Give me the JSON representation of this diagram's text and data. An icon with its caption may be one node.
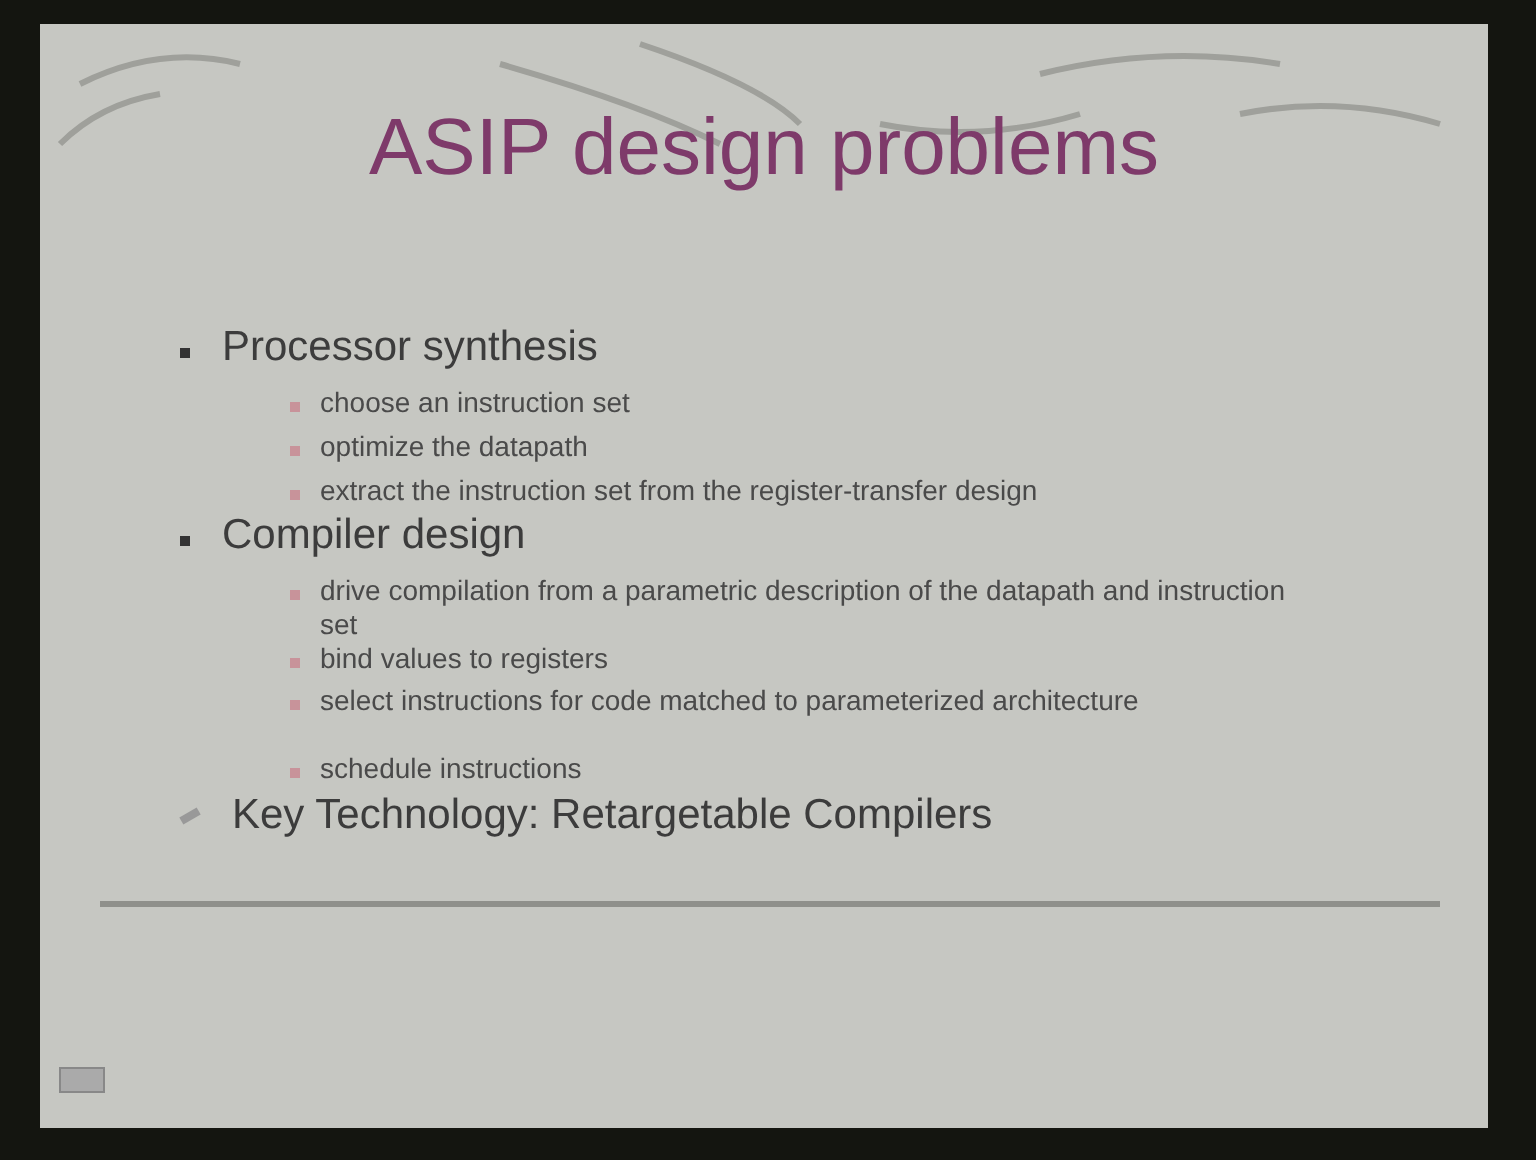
{
  "diagram": {
    "title": "ASIP design problems",
    "labels": [
      "Processor synthesis",
      "choose an instruction set",
      "optimize the datapath",
      "extract the instruction set from the register-transfer design",
      "Compiler design",
      "drive compilation from a parametric description of the datapath and instruction set",
      "bind values to registers",
      "select instructions for code matched to parameterized architecture",
      "schedule instructions",
      "Key Technology: Retargetable Compilers"
    ]
  }
}
